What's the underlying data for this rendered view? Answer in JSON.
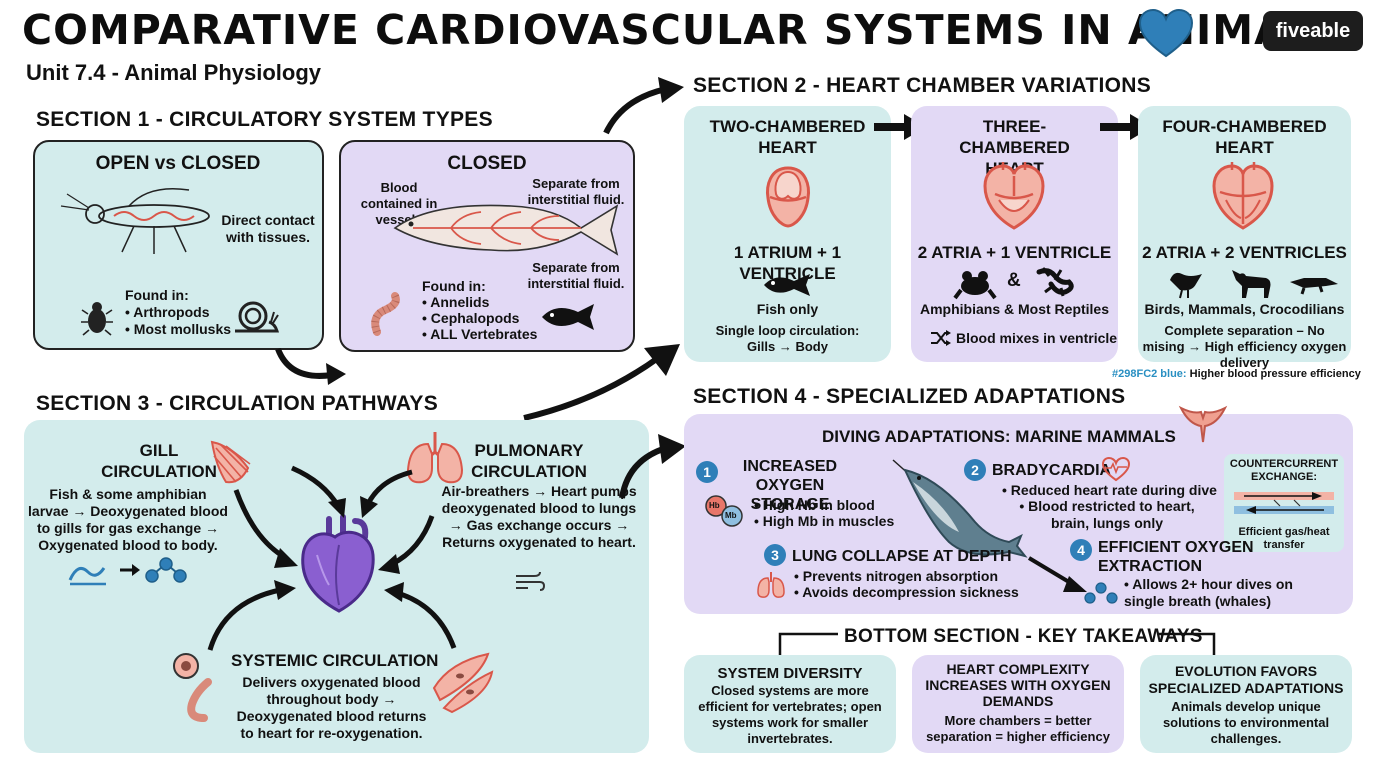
{
  "header": {
    "title": "COMPARATIVE CARDIOVASCULAR SYSTEMS IN ANIMALS",
    "subtitle": "Unit 7.4 - Animal Physiology",
    "brand": "fiveable",
    "heart_color": "#2f7fb8"
  },
  "section1": {
    "heading": "SECTION 1 - CIRCULATORY SYSTEM TYPES",
    "open": {
      "title": "OPEN vs CLOSED",
      "note": "Direct contact with tissues.",
      "found_label": "Found in:",
      "found": [
        "• Arthropods",
        "• Most mollusks"
      ]
    },
    "closed": {
      "title": "CLOSED",
      "note_left": "Blood contained in vessels",
      "note_right_top": "Separate from interstitial fluid.",
      "note_right_bottom": "Separate from interstitial fluid.",
      "found_label": "Found in:",
      "found": [
        "• Annelids",
        "• Cephalopods",
        "• ALL Vertebrates"
      ]
    }
  },
  "section2": {
    "heading": "SECTION 2 - HEART CHAMBER VARIATIONS",
    "cards": [
      {
        "title": "TWO-CHAMBERED HEART",
        "chambers": "1 ATRIUM + 1 VENTRICLE",
        "animals": "Fish only",
        "note": "Single loop circulation: Gills → Body"
      },
      {
        "title": "THREE-CHAMBERED HEART",
        "chambers": "2 ATRIA + 1 VENTRICLE",
        "animals": "Amphibians & Most Reptiles",
        "note": "Blood mixes in ventricle"
      },
      {
        "title": "FOUR-CHAMBERED HEART",
        "chambers": "2 ATRIA + 2 VENTRICLES",
        "animals": "Birds, Mammals, Crocodilians",
        "note": "Complete separation – No mising → High efficiency oxygen delivery"
      }
    ],
    "amp": "&",
    "footnote_color": "#298FC2 blue:",
    "footnote_text": "Higher blood pressure efficiency"
  },
  "section3": {
    "heading": "SECTION 3 - CIRCULATION PATHWAYS",
    "gill": {
      "title": "GILL CIRCULATION",
      "text": "Fish & some amphibian larvae → Deoxygenated blood to gills for gas exchange → Oxygenated blood to body."
    },
    "pulmonary": {
      "title": "PULMONARY CIRCULATION",
      "text": "Air-breathers → Heart pumps deoxygenated blood to lungs → Gas exchange occurs → Returns oxygenated to heart."
    },
    "systemic": {
      "title": "SYSTEMIC CIRCULATION",
      "text": "Delivers oxygenated blood throughout body → Deoxygenated blood returns to heart for re-oxygenation."
    }
  },
  "section4": {
    "heading": "SECTION 4 - SPECIALIZED ADAPTATIONS",
    "diving_title": "DIVING ADAPTATIONS: MARINE MAMMALS",
    "items": [
      {
        "n": "1",
        "title": "INCREASED OXYGEN STORAGE",
        "lines": [
          "• High Hb in blood",
          "• High Mb in muscles"
        ]
      },
      {
        "n": "2",
        "title": "BRADYCARDIA",
        "lines": [
          "• Reduced heart rate during dive",
          "• Blood restricted to heart, brain, lungs only"
        ]
      },
      {
        "n": "3",
        "title": "LUNG COLLAPSE AT DEPTH",
        "lines": [
          "• Prevents nitrogen absorption",
          "• Avoids decompression sickness"
        ]
      },
      {
        "n": "4",
        "title": "EFFICIENT OXYGEN EXTRACTION",
        "lines": [
          "• Allows 2+ hour dives on single breath (whales)"
        ]
      }
    ],
    "hb": "Hb",
    "mb": "Mb",
    "countercurrent_title": "COUNTERCURRENT EXCHANGE:",
    "countercurrent_text": "Efficient gas/heat transfer"
  },
  "bottom": {
    "heading": "BOTTOM SECTION - KEY TAKEAWAYS",
    "cards": [
      {
        "title": "SYSTEM DIVERSITY",
        "text": "Closed systems are more efficient for vertebrates; open systems work for smaller invertebrates."
      },
      {
        "title": "HEART COMPLEXITY INCREASES WITH OXYGEN DEMANDS",
        "text": "More chambers = better separation = higher efficiency"
      },
      {
        "title": "EVOLUTION FAVORS SPECIALIZED ADAPTATIONS",
        "text": "Animals develop unique solutions to environmental challenges."
      }
    ]
  },
  "colors": {
    "teal_bg": "#d3ecec",
    "lilac_bg": "#e2d9f5",
    "heart_red": "#e8766a",
    "heart_purple": "#8a5fd0",
    "accent_blue": "#2f7fb8"
  }
}
